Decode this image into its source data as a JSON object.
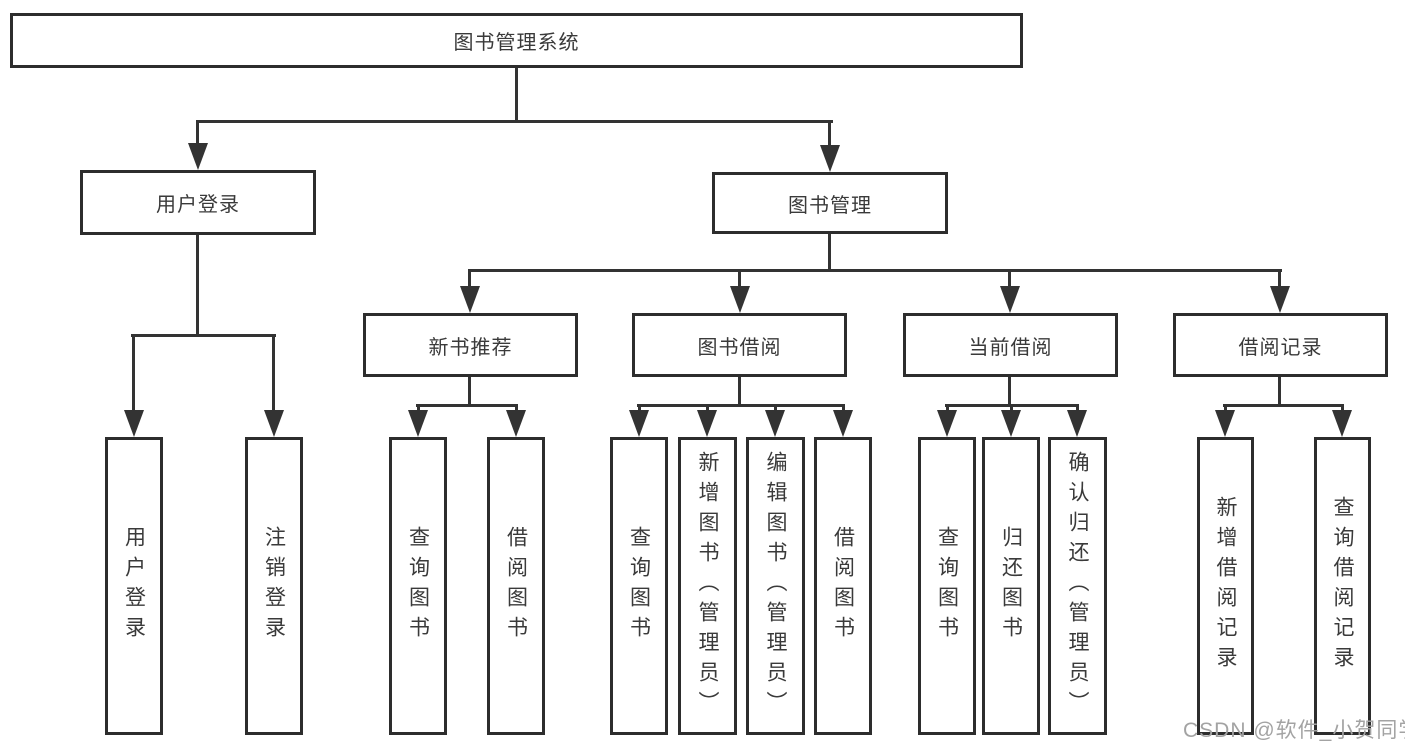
{
  "diagram": {
    "type": "function-structure-tree",
    "colors": {
      "background": "#ffffff",
      "box_border": "#2d2d2d",
      "connector_line": "#333333",
      "text": "#3a3a3a",
      "watermark": "#a3a3a3"
    },
    "tree": {
      "root": {
        "label": "图书管理系统",
        "children": [
          {
            "label": "用户登录",
            "children": [
              {
                "label": "用户登录"
              },
              {
                "label": "注销登录"
              }
            ]
          },
          {
            "label": "图书管理",
            "children": [
              {
                "label": "新书推荐",
                "children": [
                  {
                    "label": "查询图书"
                  },
                  {
                    "label": "借阅图书"
                  }
                ]
              },
              {
                "label": "图书借阅",
                "children": [
                  {
                    "label": "查询图书"
                  },
                  {
                    "label": "新增图书（管理员）"
                  },
                  {
                    "label": "编辑图书（管理员）"
                  },
                  {
                    "label": "借阅图书"
                  }
                ]
              },
              {
                "label": "当前借阅",
                "children": [
                  {
                    "label": "查询图书"
                  },
                  {
                    "label": "归还图书"
                  },
                  {
                    "label": "确认归还（管理员）"
                  }
                ]
              },
              {
                "label": "借阅记录",
                "children": [
                  {
                    "label": "新增借阅记录"
                  },
                  {
                    "label": "查询借阅记录"
                  }
                ]
              }
            ]
          }
        ]
      }
    },
    "watermark": {
      "text": "CSDN @软件_小贺同学"
    }
  }
}
